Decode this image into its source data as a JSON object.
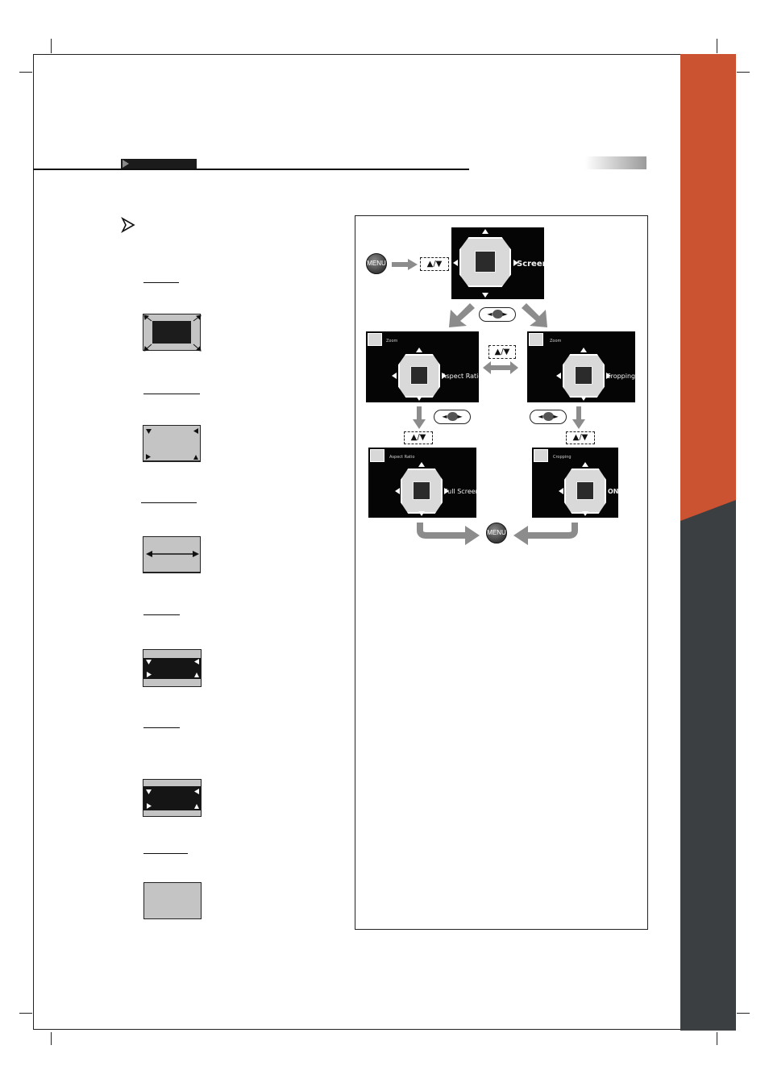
{
  "panel": {
    "menu_button_label": "MENU",
    "updown_key": "▲/▼",
    "leftright_key": "◄/●/►",
    "top_screen": {
      "label": "Screen"
    },
    "mid_left": {
      "title": "Zoom",
      "label": "Aspect Ratio"
    },
    "mid_right": {
      "title": "Zoom",
      "label": "Cropping"
    },
    "bottom_left": {
      "title": "Aspect Ratio",
      "label": "Full Screen"
    },
    "bottom_right": {
      "title": "Cropping",
      "label": "ON"
    }
  },
  "colors": {
    "side_orange": "#cc5332",
    "side_dark": "#3c3f42",
    "arrow_gray": "#8c8c8c",
    "icon_gray": "#c4c4c4"
  },
  "icons": {
    "bullet": "arrowhead-bullet-icon",
    "aspect_icons": [
      "corner-arrows-icon",
      "corner-arrows-icon",
      "double-arrow-icon",
      "corner-arrows-icon",
      "corner-arrows-icon",
      "plain-screen-icon"
    ]
  }
}
